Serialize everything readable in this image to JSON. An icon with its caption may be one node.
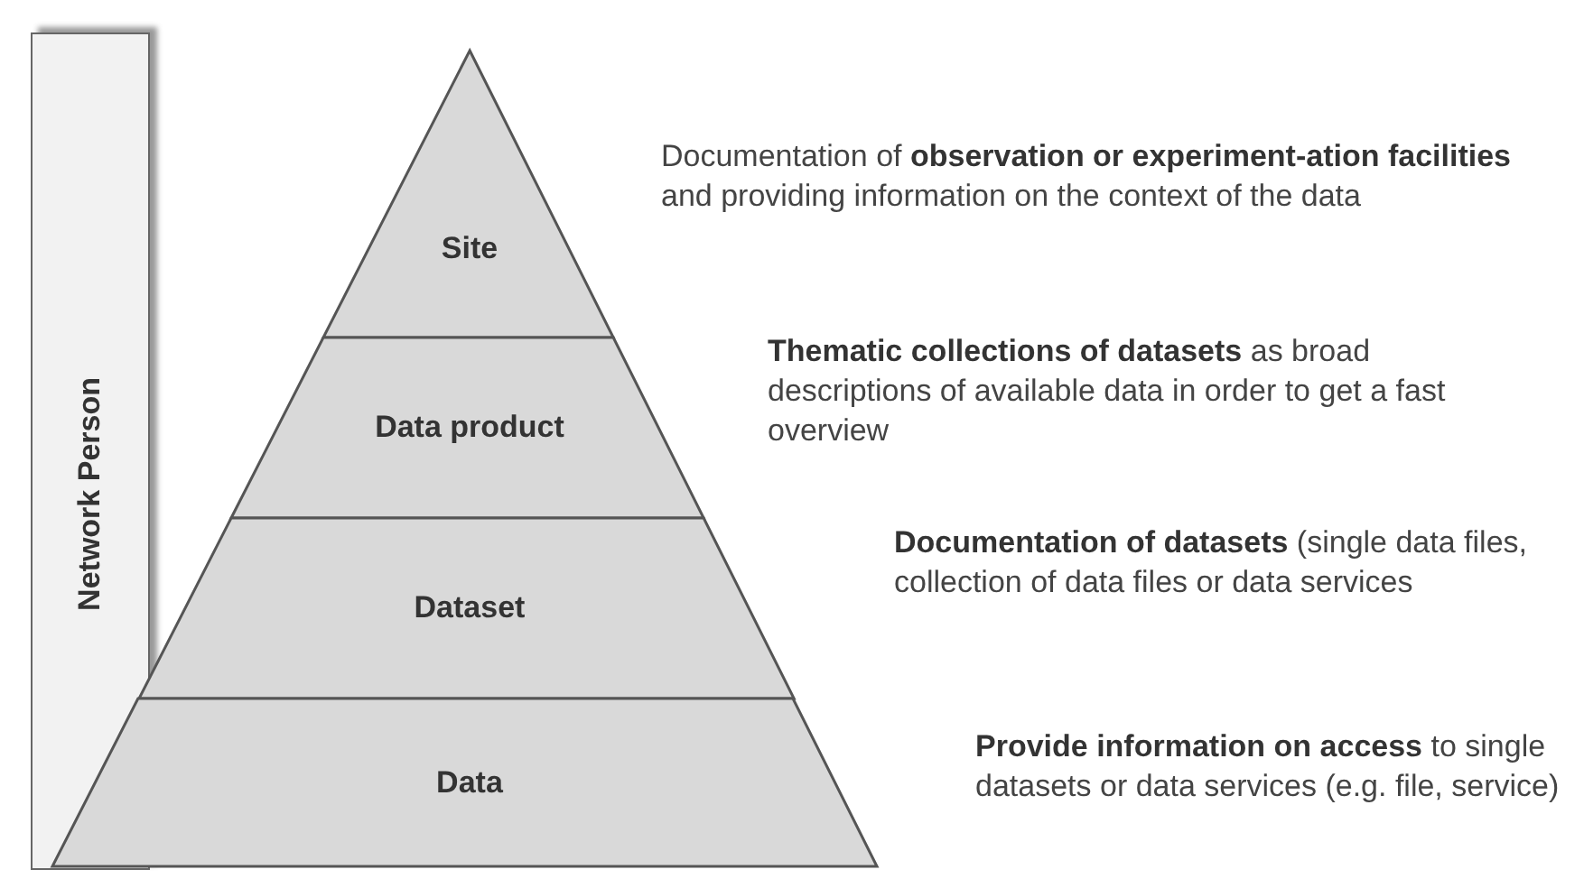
{
  "diagram": {
    "nodes": [
      {
        "text": [
          "Network Person"
        ]
      },
      {
        "text": [
          "Site"
        ],
        "beside": [
          "Documentation of **observation or experiment-ation facilities** and providing information on the context of the data"
        ]
      },
      {
        "text": [
          "Data product"
        ],
        "beside": [
          "**Thematic collections of datasets** as broad descriptions of available data in order to get a fast overview"
        ]
      },
      {
        "text": [
          "Dataset"
        ],
        "beside": [
          "**Documentation of datasets** (single data files, collection of data files or data services"
        ]
      },
      {
        "text": [
          "Data"
        ],
        "beside": [
          "**Provide information on access** to single datasets or data services (e.g. file, service)"
        ]
      }
    ]
  }
}
